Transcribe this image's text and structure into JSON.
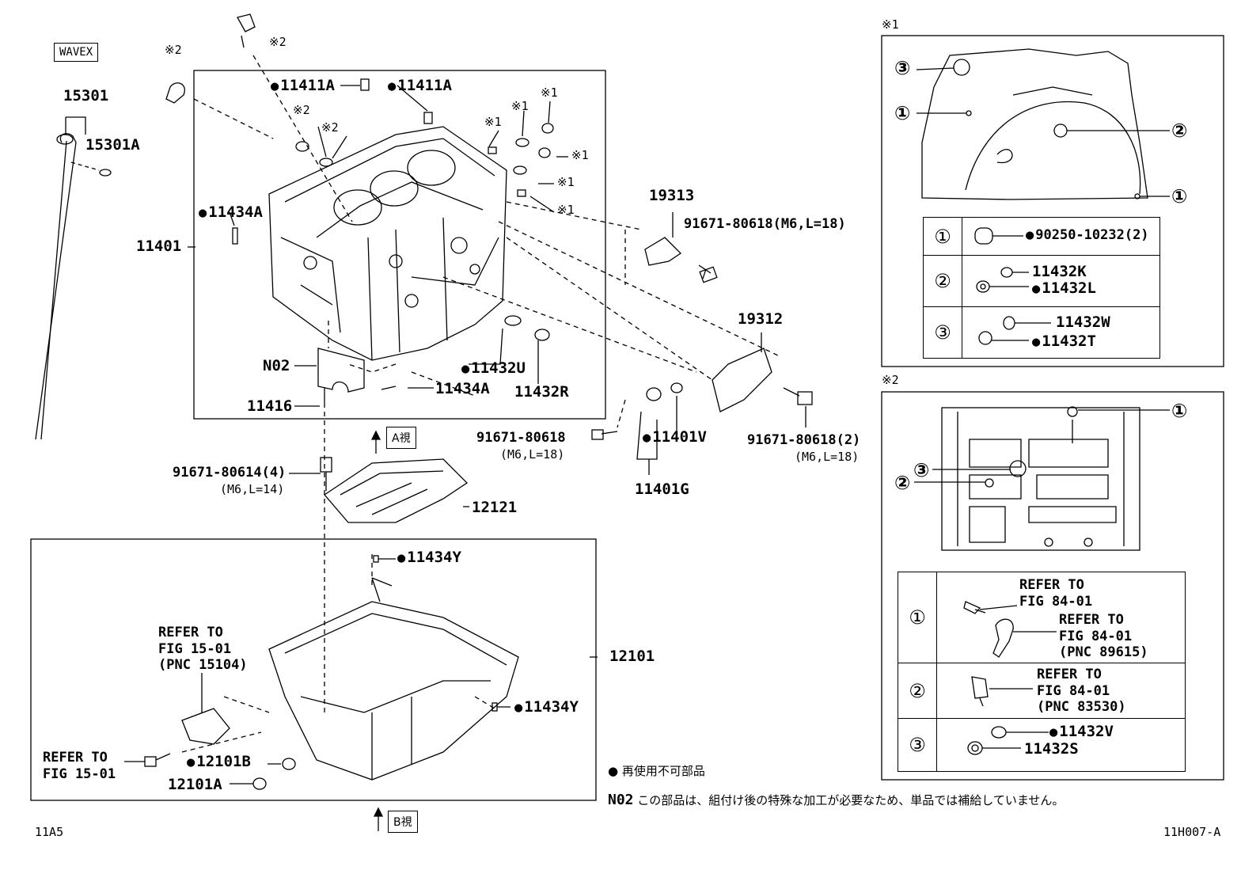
{
  "header": {
    "wavex": "WAVEX",
    "note_1": "※1",
    "note_2": "※2"
  },
  "labels": {
    "p15301": "15301",
    "p15301A": "15301A",
    "p11401": "11401",
    "p11411A_1": "11411A",
    "p11411A_2": "11411A",
    "p11434A_1": "11434A",
    "p11434A_2": "11434A",
    "pN02": "N02",
    "p11416": "11416",
    "p11432U": "11432U",
    "p11432R": "11432R",
    "p19313": "19313",
    "p91671_80618_a": "91671-80618(M6,L=18)",
    "p19312": "19312",
    "p91671_80618_b": "91671-80618",
    "p91671_80618_b_sub": "(M6,L=18)",
    "p11401V": "11401V",
    "p11401G": "11401G",
    "p91671_80618_c": "91671-80618(2)",
    "p91671_80618_c_sub": "(M6,L=18)",
    "p91671_80614": "91671-80614(4)",
    "p91671_80614_sub": "(M6,L=14)",
    "p12121": "12121",
    "p11434Y_1": "11434Y",
    "p11434Y_2": "11434Y",
    "p12101": "12101",
    "p12101B": "12101B",
    "p12101A": "12101A",
    "refer_15_pnc": "REFER TO\nFIG 15-01\n(PNC 15104)",
    "refer_15": "REFER TO\nFIG 15-01",
    "view_A": "A視",
    "view_B": "B視",
    "note_star1_a": "※1",
    "note_star1_b": "※1",
    "note_star1_c": "※1",
    "note_star1_d": "※1",
    "note_star1_e": "※1",
    "note_star1_f": "※1",
    "note_star2_a": "※2",
    "note_star2_b": "※2",
    "note_star2_c": "※2",
    "note_star2_d": "※2"
  },
  "table1": {
    "row1_num": "①",
    "row1_part": "90250-10232(2)",
    "row2_num": "②",
    "row2_part_a": "11432K",
    "row2_part_b": "11432L",
    "row3_num": "③",
    "row3_part_a": "11432W",
    "row3_part_b": "11432T",
    "callout_1": "①",
    "callout_2": "②",
    "callout_3": "③",
    "callout_1b": "①"
  },
  "table2": {
    "row1_num": "①",
    "row1_ref_a": "REFER TO\nFIG 84-01",
    "row1_ref_b": "REFER TO\nFIG 84-01\n(PNC 89615)",
    "row2_num": "②",
    "row2_ref": "REFER TO\nFIG 84-01\n(PNC 83530)",
    "row3_num": "③",
    "row3_part_a": "11432V",
    "row3_part_b": "11432S",
    "callout_1": "①",
    "callout_2": "②",
    "callout_3": "③"
  },
  "legend": {
    "dot_text": "再使用不可部品",
    "n02_code": "N02",
    "n02_text": "この部品は、組付け後の特殊な加工が必要なため、単品では補給していません。"
  },
  "footer": {
    "left": "11A5",
    "right": "11H007-A"
  }
}
